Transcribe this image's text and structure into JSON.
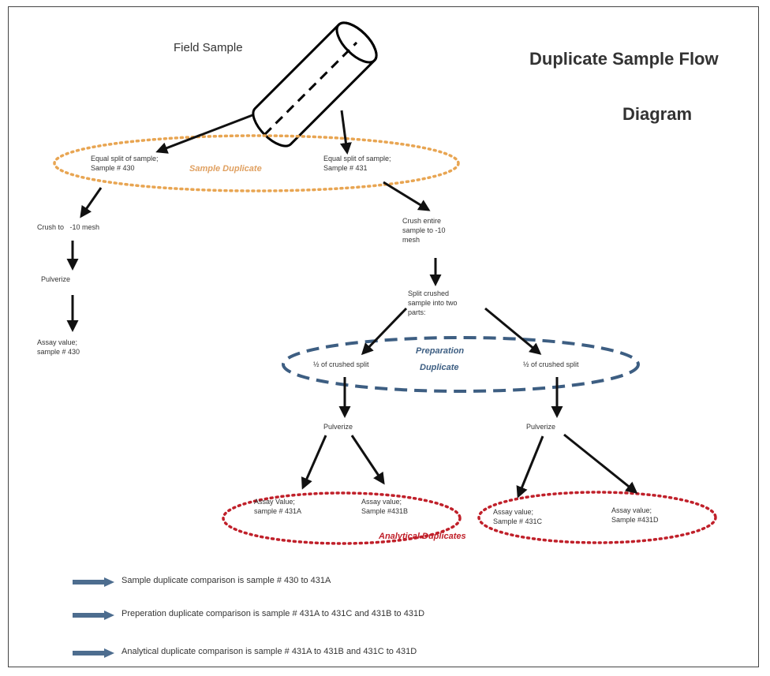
{
  "title": {
    "line1": "Duplicate Sample Flow",
    "line2": "Diagram"
  },
  "field_sample": "Field Sample",
  "groups": {
    "sample_duplicate": "Sample Duplicate",
    "preparation_duplicate_1": "Preparation",
    "preparation_duplicate_2": "Duplicate",
    "analytical_duplicates": "Analytical Duplicates"
  },
  "nodes": {
    "split_430": "Equal split of sample; Sample # 430",
    "split_431": "Equal split of sample; Sample # 431",
    "crush_left": "Crush to   -10 mesh",
    "crush_right": "Crush entire sample to   -10 mesh",
    "pulverize_left": "Pulverize",
    "assay_430": "Assay value; sample # 430",
    "split_crushed": "Split crushed sample into two parts:",
    "half_left": "½ of crushed split",
    "half_right": "½ of crushed split",
    "pulverize_mid_left": "Pulverize",
    "pulverize_mid_right": "Pulverize",
    "assay_431a": "Assay Value; sample # 431A",
    "assay_431b": "Assay value; Sample #431B",
    "assay_431c": "Assay value; Sample # 431C",
    "assay_431d": "Assay value; Sample #431D"
  },
  "legend": [
    "Sample duplicate comparison is sample # 430 to 431A",
    "Preperation duplicate comparison is sample # 431A to 431C and 431B to 431D",
    "Analytical duplicate comparison is sample # 431A to 431B and 431C to 431D"
  ],
  "colors": {
    "sample_duplicate": "#e8a552",
    "preparation_duplicate": "#3d5e82",
    "analytical_duplicates": "#c0202a",
    "legend_arrow": "#4d6d8f"
  }
}
